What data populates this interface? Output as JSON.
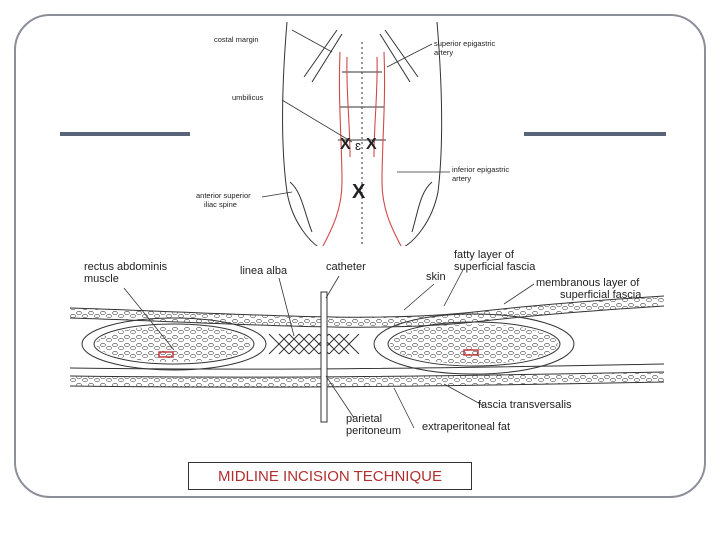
{
  "top_labels": {
    "costal_margin": "costal margin",
    "superior_epigastric_1": "superior epigastric",
    "superior_epigastric_2": "artery",
    "umbilicus": "umbilicus",
    "inferior_epigastric_1": "inferior epigastric",
    "inferior_epigastric_2": "artery",
    "iliac_1": "anterior superior",
    "iliac_2": "iliac spine",
    "mark_x_left": "X",
    "mark_circle": "ɛ",
    "mark_x_right": "X",
    "mark_x_lower": "X"
  },
  "bottom_labels": {
    "rectus_1": "rectus abdominis",
    "rectus_2": "muscle",
    "linea_alba": "linea alba",
    "catheter": "catheter",
    "skin": "skin",
    "fatty_1": "fatty layer of",
    "fatty_2": "superficial fascia",
    "membranous_1": "membranous layer of",
    "membranous_2": "superficial fascia",
    "fascia_transversalis": "fascia transversalis",
    "parietal_1": "parietal",
    "parietal_2": "peritoneum",
    "extraperitoneal": "extraperitoneal fat"
  },
  "caption": "MIDLINE INCISION TECHNIQUE",
  "colors": {
    "rule": "#5a6478",
    "caption_text": "#b03030",
    "artery": "#d04a4a",
    "frame": "#8a8f9a"
  }
}
